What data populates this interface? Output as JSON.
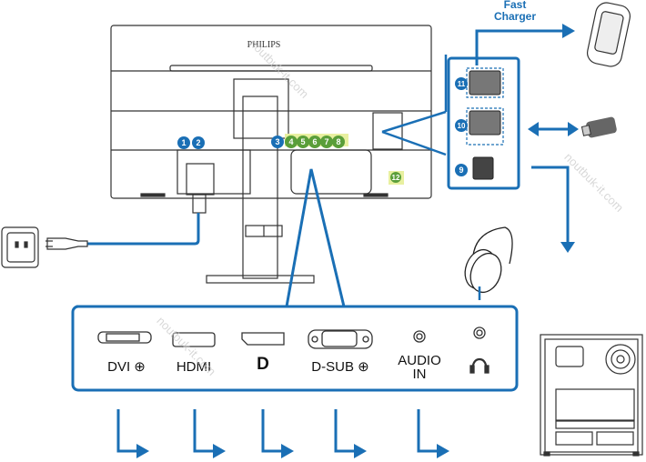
{
  "diagram": {
    "brand_label": "PHILIPS",
    "fast_charger_label_line1": "Fast",
    "fast_charger_label_line2": "Charger",
    "callouts": [
      "1",
      "2",
      "3",
      "4",
      "5",
      "6",
      "7",
      "8",
      "9",
      "10",
      "11",
      "12"
    ],
    "ports": [
      {
        "id": "dvi",
        "label": "DVI"
      },
      {
        "id": "hdmi",
        "label": "HDMI"
      },
      {
        "id": "displayport",
        "label": "D"
      },
      {
        "id": "dsub",
        "label": "D-SUB"
      },
      {
        "id": "audio-in",
        "label_line1": "AUDIO",
        "label_line2": "IN"
      },
      {
        "id": "headphone",
        "label": ""
      }
    ],
    "devices": [
      "power-outlet",
      "smartphone",
      "usb-flash-drive",
      "headphones",
      "pc-tower"
    ],
    "watermark": "noutbuk-it.com",
    "colors": {
      "accent": "#1a6fb5",
      "highlight": "#e8f0a0",
      "callout_green": "#5a9e3a",
      "line": "#333333"
    }
  }
}
